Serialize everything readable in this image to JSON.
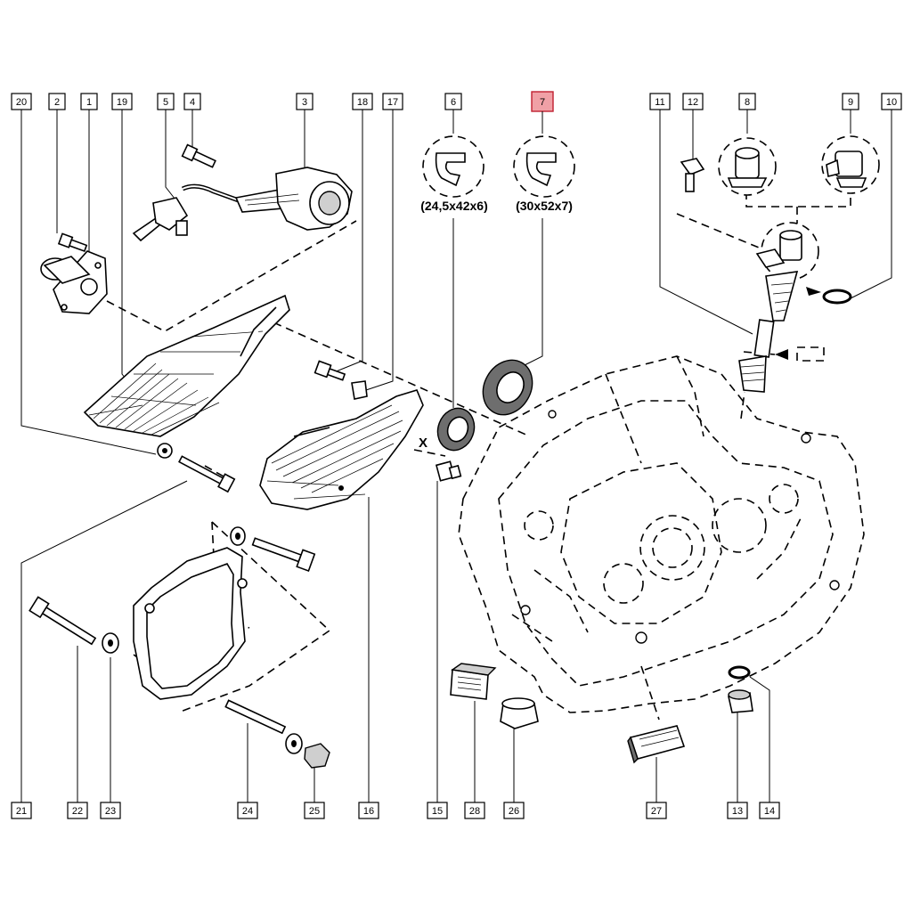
{
  "callouts": {
    "c20": "20",
    "c2": "2",
    "c1": "1",
    "c19": "19",
    "c5": "5",
    "c4": "4",
    "c3": "3",
    "c18": "18",
    "c17": "17",
    "c6": "6",
    "c7": "7",
    "c11": "11",
    "c12": "12",
    "c8": "8",
    "c9": "9",
    "c10": "10",
    "c21": "21",
    "c22": "22",
    "c23": "23",
    "c24": "24",
    "c25": "25",
    "c16": "16",
    "c15": "15",
    "c28": "28",
    "c26": "26",
    "c27": "27",
    "c13": "13",
    "c14": "14"
  },
  "highlighted_callout": "7",
  "seal_labels": {
    "seal6": "(24,5x42x6)",
    "seal7": "(30x52x7)"
  },
  "marker_x": "X",
  "colors": {
    "highlight_fill": "#f0a0a6",
    "highlight_stroke": "#c02030",
    "line": "#000000"
  }
}
